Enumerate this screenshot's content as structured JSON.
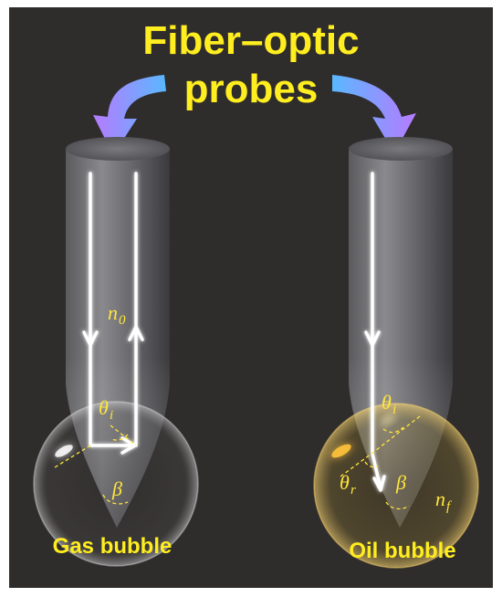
{
  "title": {
    "line1": "Fiber–optic",
    "line2": "probes"
  },
  "labels": {
    "gas_bubble": "Gas bubble",
    "oil_bubble": "Oil bubble"
  },
  "symbols": {
    "n0_base": "n",
    "n0_sub": "0",
    "theta_base": "θ",
    "theta_i_sub": "i",
    "theta_r_sub": "r",
    "beta": "β",
    "nf_base": "n",
    "nf_sub": "f"
  },
  "colors": {
    "background": "#2f2c2c",
    "text_accent": "#ffee1f",
    "arrow_gradient_start": "#5ab8ff",
    "arrow_gradient_end": "#b67bff",
    "light_ray": "#ffffff",
    "oil_glow": "#ffc94d"
  }
}
